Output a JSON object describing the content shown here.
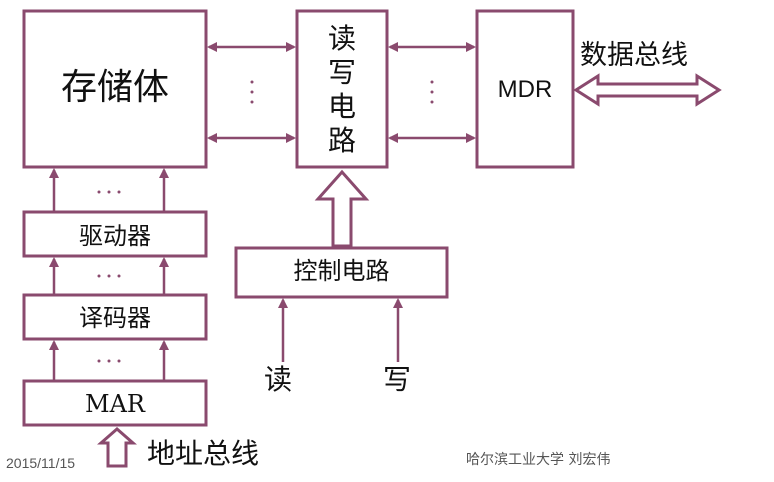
{
  "blocks": {
    "memory": "存储体",
    "driver": "驱动器",
    "decoder": "译码器",
    "mar": "MAR",
    "rw_circuit": [
      "读",
      "写",
      "电",
      "路"
    ],
    "mdr": "MDR",
    "control": "控制电路"
  },
  "signals": {
    "data_bus": "数据总线",
    "address_bus": "地址总线",
    "read": "读",
    "write": "写"
  },
  "footer": {
    "date": "2015/11/15",
    "credit": "哈尔滨工业大学  刘宏伟"
  },
  "colors": {
    "box_stroke": "#8a4a6e",
    "text": "#111111",
    "footer_text": "#555555",
    "background": "#ffffff"
  }
}
